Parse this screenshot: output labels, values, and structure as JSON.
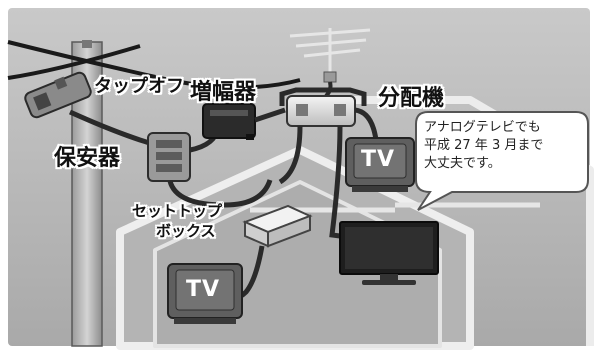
{
  "labels": {
    "tap_off": "タップオフ",
    "amplifier": "増幅器",
    "distributor": "分配機",
    "protector": "保安器",
    "set_top_box_line1": "セットトップ",
    "set_top_box_line2": "ボックス"
  },
  "tv_screens": {
    "upstairs_tv": "TV",
    "downstairs_tv": "TV"
  },
  "speech_bubble": {
    "line1": "アナログテレビでも",
    "line2": "平成 27 年 3 月まで",
    "line3": "大丈夫です。"
  }
}
